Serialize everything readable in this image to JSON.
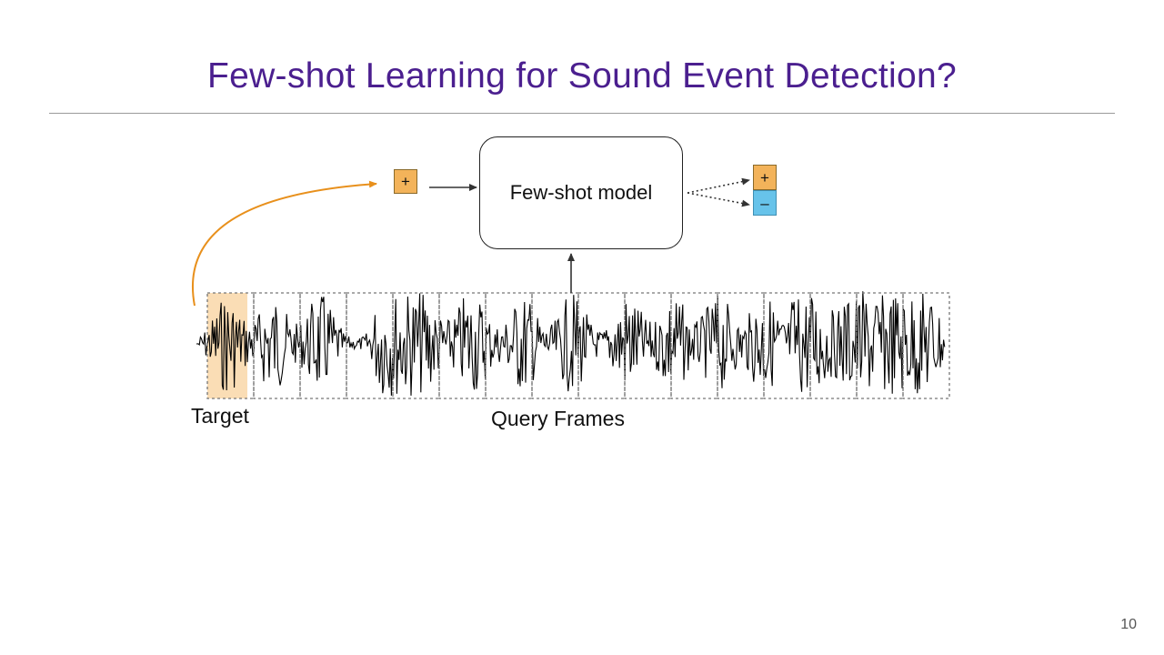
{
  "slide": {
    "title": "Few-shot Learning for Sound Event Detection?",
    "page_number": "10"
  },
  "diagram": {
    "model_label": "Few-shot model",
    "support_symbol": "+",
    "output_positive": "+",
    "output_negative": "–",
    "target_label": "Target",
    "query_label": "Query Frames",
    "colors": {
      "title": "#4b1f8f",
      "target_highlight": "#f3b35a",
      "arrow_orange": "#e8901c",
      "positive": "#f3b35a",
      "negative": "#67c3ea"
    },
    "query_frame_count": 16
  }
}
